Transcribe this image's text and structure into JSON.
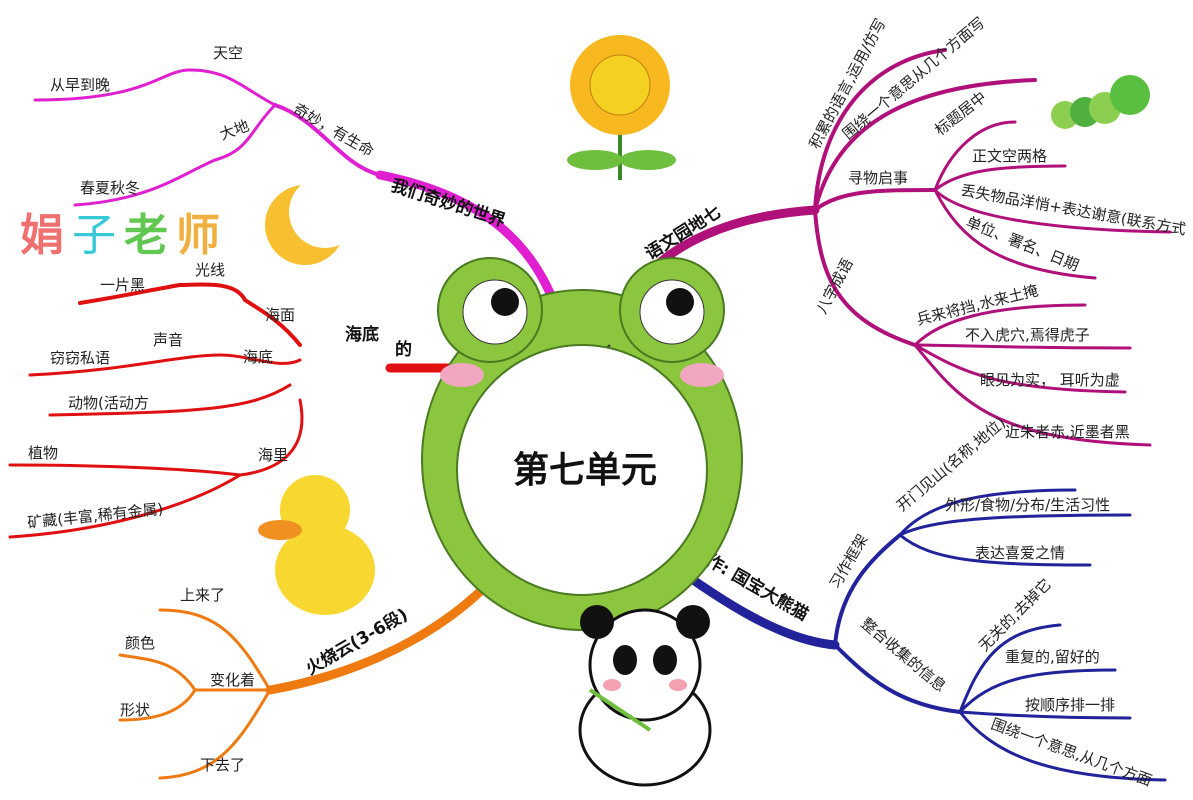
{
  "center": {
    "title": "第七单元"
  },
  "colors": {
    "world": "#e020d0",
    "garden": "#b0107a",
    "sea": "#e01010",
    "cloud": "#ee7a10",
    "panda": "#22239a",
    "frog": "#8cc63f"
  },
  "branches": {
    "world": {
      "label": "我们奇妙的世界",
      "sub": "奇妙，有生命",
      "sky": "天空",
      "sky_leaf": "从早到晚",
      "earth": "大地",
      "earth_leaf": "春夏秋冬"
    },
    "garden": {
      "label": "语文园地七",
      "items": [
        "积累的语言,运用/仿写",
        "围绕一个意思从几个方面写"
      ],
      "notice": {
        "label": "寻物启事",
        "items": [
          "标题居中",
          "正文空两格",
          "丢失物品洋悄+表达谢意(联系方式",
          "单位、署名、日期"
        ]
      },
      "idioms": {
        "label": "八字成语",
        "items": [
          "兵来将挡,水来土掩",
          "不入虎穴,焉得虎子",
          "眼见为实， 耳听为虚",
          "近朱者赤,近墨者黑"
        ]
      }
    },
    "sea": {
      "label_a": "海底",
      "label_b": "的",
      "surface": "海面",
      "light": "光线",
      "light_leaf": "一片黑",
      "bottom": "海底",
      "sound": "声音",
      "sound_leaf": "窃窃私语",
      "animals": "动物(活动方",
      "life": "海里",
      "plants": "植物",
      "minerals": "矿藏(丰富,稀有金属)"
    },
    "cloud": {
      "label": "火烧云(3-6段)",
      "up": "上来了",
      "change": "变化着",
      "color": "颜色",
      "shape": "形状",
      "down": "下去了"
    },
    "panda": {
      "label": "习作: 国宝大熊猫",
      "frame": {
        "label": "习作框架",
        "items": [
          "开门见山(名称,地位)",
          "外形/食物/分布/生活习性",
          "表达喜爱之情"
        ]
      },
      "info": {
        "label": "整合收集的信息",
        "items": [
          "无关的,去掉它",
          "重复的,留好的",
          "按顺序排一排",
          "围绕一个意思,从几个方面"
        ]
      }
    }
  },
  "watermark": "娟子老师"
}
